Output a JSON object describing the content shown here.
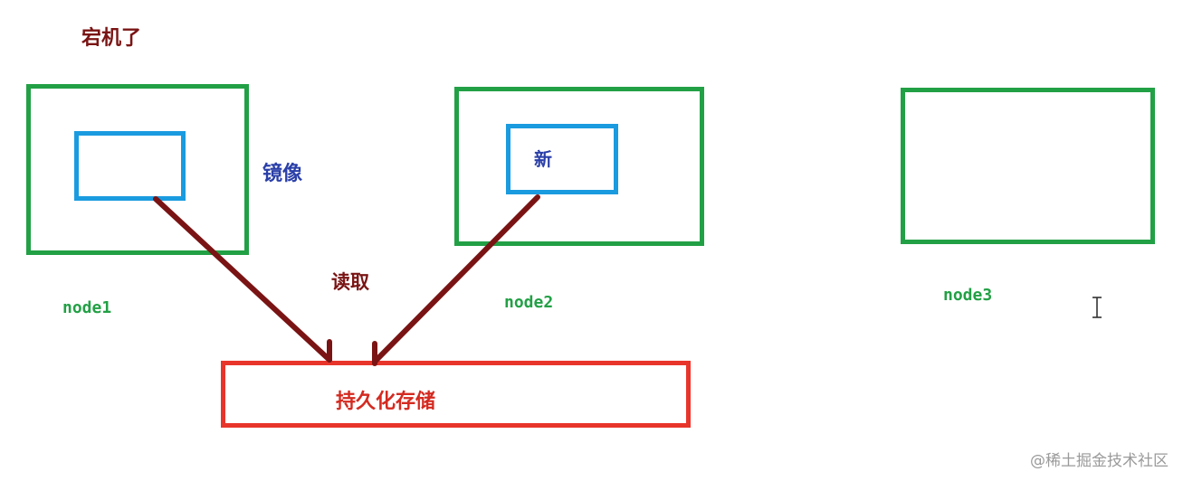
{
  "title": "宕机了",
  "labels": {
    "mirror": "镜像",
    "new": "新",
    "read": "读取",
    "storage": "持久化存储"
  },
  "nodes": [
    {
      "label": "node1"
    },
    {
      "label": "node2"
    },
    {
      "label": "node3"
    }
  ],
  "watermark": "@稀土掘金技术社区",
  "colors": {
    "node_border": "#22a045",
    "inner_border": "#1a9be0",
    "storage_border": "#e8352b",
    "arrow": "#7a1414"
  },
  "icons": {
    "cursor": "text-cursor-icon"
  }
}
